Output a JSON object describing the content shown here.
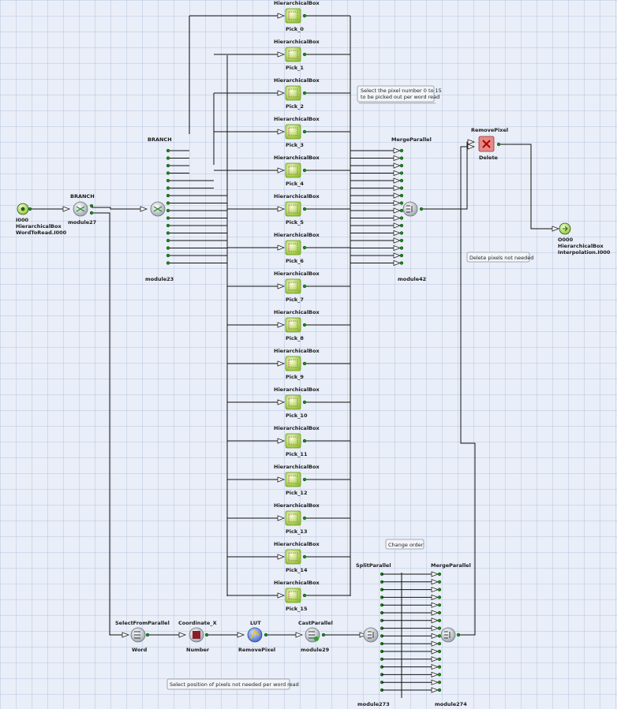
{
  "io": {
    "input": {
      "id": "I000",
      "type": "HierarchicalBox",
      "name": "WordToRead.I000"
    },
    "output": {
      "id": "O000",
      "type": "HierarchicalBox",
      "name": "Interpolation.I000"
    }
  },
  "branch1": {
    "title": "BRANCH",
    "name": "module27"
  },
  "branch2": {
    "title": "BRANCH",
    "name": "module23"
  },
  "pick_title": "HierarchicalBox",
  "picks": [
    "Pick_0",
    "Pick_1",
    "Pick_2",
    "Pick_3",
    "Pick_4",
    "Pick_5",
    "Pick_6",
    "Pick_7",
    "Pick_8",
    "Pick_9",
    "Pick_10",
    "Pick_11",
    "Pick_12",
    "Pick_13",
    "Pick_14",
    "Pick_15"
  ],
  "merge1": {
    "title": "MergeParallel",
    "name": "module42"
  },
  "remove": {
    "title": "RemovePixel",
    "name": "Delete"
  },
  "bottom_chain": [
    {
      "title": "SelectFromParallel",
      "name": "Word"
    },
    {
      "title": "Coordinate_X",
      "name": "Number"
    },
    {
      "title": "LUT",
      "name": "RemovePixel"
    },
    {
      "title": "CastParallel",
      "name": "module29"
    }
  ],
  "split": {
    "title": "SplitParallel",
    "name": "module273"
  },
  "merge2": {
    "title": "MergeParallel",
    "name": "module274"
  },
  "notes": {
    "pick_note": "Select the pixel number 0 to 15 to be picked out per word read",
    "delete_note": "Delete pixels not needed",
    "order_note": "Change order",
    "select_note": "Select position of pixels not needed per word read"
  },
  "colors": {
    "port": "#1f8a1f",
    "pick_box": "#9ccc3c",
    "delete_box": "#d9534f",
    "lut_box": "#5b7fd6"
  }
}
